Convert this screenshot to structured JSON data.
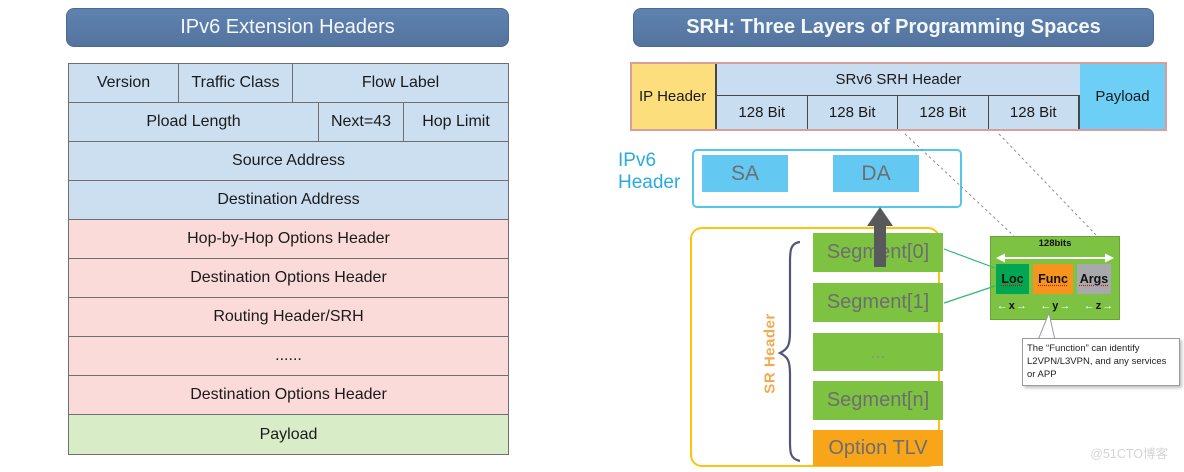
{
  "left_panel": {
    "title": "IPv6 Extension Headers",
    "rows": [
      {
        "color": "blue",
        "cells": [
          "Version",
          "Traffic Class",
          "Flow Label"
        ]
      },
      {
        "color": "blue",
        "cells": [
          "Pload Length",
          "Next=43",
          "Hop Limit"
        ]
      },
      {
        "color": "blue",
        "cells": [
          "Source Address"
        ]
      },
      {
        "color": "blue",
        "cells": [
          "Destination Address"
        ]
      },
      {
        "color": "pink",
        "cells": [
          "Hop-by-Hop Options Header"
        ]
      },
      {
        "color": "pink",
        "cells": [
          "Destination Options Header"
        ]
      },
      {
        "color": "pink",
        "cells": [
          "Routing Header/SRH"
        ]
      },
      {
        "color": "pink",
        "cells": [
          "......"
        ]
      },
      {
        "color": "pink",
        "cells": [
          "Destination Options Header"
        ]
      },
      {
        "color": "green",
        "cells": [
          "Payload"
        ]
      }
    ]
  },
  "right_panel": {
    "title": "SRH: Three Layers of Programming Spaces",
    "packet": {
      "ip_header": "IP Header",
      "srh_header": "SRv6 SRH Header",
      "bit_cells": [
        "128 Bit",
        "128 Bit",
        "128 Bit",
        "128 Bit"
      ],
      "payload": "Payload"
    },
    "ipv6_label": "IPv6 Header",
    "sa": "SA",
    "da": "DA",
    "sr_header_label": "SR Header",
    "segments": [
      "Segment[0]",
      "Segment[1]",
      "...",
      "Segment[n]"
    ],
    "option_tlv": "Option TLV",
    "bits_box": {
      "title": "128bits",
      "fields": [
        {
          "label": "Loc",
          "color": "#00A651"
        },
        {
          "label": "Func",
          "color": "#F7941E"
        },
        {
          "label": "Args",
          "color": "#A7A9AC"
        }
      ],
      "spans": [
        "x",
        "y",
        "z"
      ]
    },
    "callout": {
      "line1": "The “Function” can identify",
      "line2": "L2VPN/L3VPN, and any services or APP"
    },
    "watermark": "@51CTO博客"
  },
  "icons": {
    "arrow_left": "←",
    "arrow_right": "→"
  },
  "colors": {
    "title_bar": "#54749E",
    "blue_cell": "#CBDFF1",
    "pink_cell": "#FBDBDA",
    "green_cell": "#D9ECC8",
    "ip_header_yellow": "#FDDE7D",
    "srh_light_blue": "#C8DDEF",
    "payload_cyan": "#6DCFF6",
    "packet_outline_pink": "#D99D9B",
    "ipv6_cyan": "#29ABE2",
    "sa_da_fill": "#63C9F2",
    "segment_green": "#7EC242",
    "option_tlv_orange": "#F9A51A",
    "sr_box_yellow": "#FFC20E",
    "sr_label_orange": "#F3A950",
    "bits_box_green": "#7DC242",
    "arrow_gray": "#58595B"
  }
}
